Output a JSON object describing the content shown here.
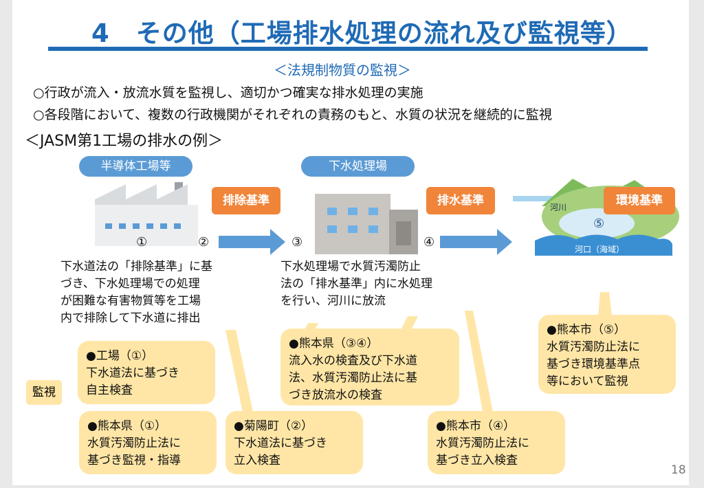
{
  "title": "4　その他（工場排水処理の流れ及び監視等）",
  "subtitle": "＜法規制物質の監視＞",
  "bullets": [
    "○行政が流入・放流水質を監視し、適切かつ確実な排水処理の実施",
    "○各段階において、複数の行政機関がそれぞれの責務のもと、水質の状況を継続的に監視"
  ],
  "example_heading": "＜JASM第1工場の排水の例＞",
  "flow": {
    "factory_label": "半導体工場等",
    "sewage_label": "下水処理場",
    "standard_discharge": "排除基準",
    "standard_effluent": "排水基準",
    "standard_environment": "環境基準",
    "river_label": "河川",
    "estuary_label": "河口（海域）",
    "numbers": [
      "①",
      "②",
      "③",
      "④",
      "⑤"
    ],
    "factory_desc": [
      "下水道法の「排除基準」に基",
      "づき、下水処理場での処理",
      "が困難な有害物質等を工場",
      "内で排除して下水道に排出"
    ],
    "sewage_desc": [
      "下水処理場で水質汚濁防止",
      "法の「排水基準」内に水処理",
      "を行い、河川に放流"
    ]
  },
  "monitor_label": "監視",
  "boxes": {
    "factory": {
      "heading": "●工場（①）",
      "lines": [
        "下水道法に基づき",
        "自主検査"
      ]
    },
    "pref1": {
      "heading": "●熊本県（①）",
      "lines": [
        "水質汚濁防止法に",
        "基づき監視・指導"
      ]
    },
    "kikuyo": {
      "heading": "●菊陽町（②）",
      "lines": [
        "下水道法に基づき",
        "立入検査"
      ]
    },
    "pref34": {
      "heading": "●熊本県（③④）",
      "lines": [
        "流入水の検査及び下水道",
        "法、水質汚濁防止法に基",
        "づき放流水の検査"
      ]
    },
    "city4": {
      "heading": "●熊本市（④）",
      "lines": [
        "水質汚濁防止法に",
        "基づき立入検査"
      ]
    },
    "city5": {
      "heading": "●熊本市（⑤）",
      "lines": [
        "水質汚濁防止法に",
        "基づき環境基準点",
        "等において監視"
      ]
    }
  },
  "page_number": "18",
  "colors": {
    "title_blue": "#1f6ab5",
    "pill_blue": "#5b9bd5",
    "orange": "#f0853a",
    "yellow": "#ffe6a6"
  }
}
